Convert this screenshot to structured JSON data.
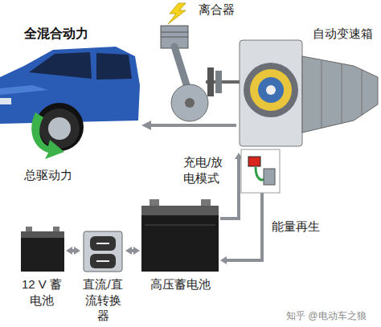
{
  "diagram": {
    "title": "全混合动力",
    "nodes": [
      {
        "text": [
          "离合器"
        ]
      },
      {
        "text": [
          "自动变速箱"
        ]
      },
      {
        "text": [
          "高压蓄电池"
        ]
      },
      {
        "text": [
          "直流/直流转换器"
        ]
      },
      {
        "text": [
          "12 V 蓄电池"
        ]
      }
    ],
    "edges": [
      {
        "from": 4,
        "to": 3,
        "arrow": "both"
      },
      {
        "from": 3,
        "to": 2,
        "arrow": "both"
      },
      {
        "from": 2,
        "to": 1,
        "arrow": "to",
        "label": "充电/放电模式"
      },
      {
        "from": 1,
        "to": 2,
        "arrow": "to",
        "label": "能量再生"
      }
    ],
    "labels": [
      "总驱动力",
      "知乎 @电动车之狼"
    ]
  }
}
